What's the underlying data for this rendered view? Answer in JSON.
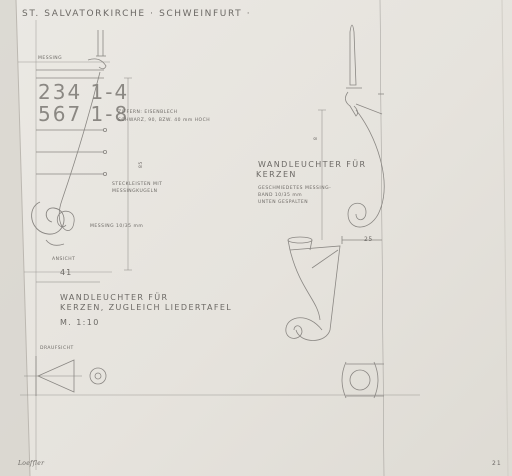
{
  "header": {
    "title": "ST. SALVATORKIRCHE · SCHWEINFURT ·"
  },
  "left_detail": {
    "label_messing_top": "MESSING",
    "hymn_row_1": "234 1-4",
    "hymn_row_2": "567 1-8",
    "label_ziffern_1": "ZIFFERN: EISENBLECH",
    "label_ziffern_2": "SCHWARZ, 90, BZW. 40 mm HOCH",
    "label_steck_1": "STECKLEISTEN MIT",
    "label_steck_2": "MESSINGKUGELN",
    "label_messing_bottom": "MESSING 10/35 mm",
    "dim_height": "85",
    "label_ansicht": "ANSICHT",
    "dim_width": "41"
  },
  "right_detail": {
    "dim_height": "8",
    "caption_1": "WANDLEUCHTER FÜR",
    "caption_2": "KERZEN",
    "note_1": "GESCHMIEDETES MESSING-",
    "note_2": "BAND 10/35 mm",
    "note_3": "UNTEN GESPALTEN",
    "dim_width": "25"
  },
  "main_caption": {
    "line_1": "WANDLEUCHTER FÜR",
    "line_2": "KERZEN, ZUGLEICH LIEDERTAFEL",
    "scale": "M. 1:10"
  },
  "plan_view": {
    "label": "DRAUFSICHT"
  },
  "footer": {
    "signature": "Loeffler",
    "sheet_number": "21"
  },
  "colors": {
    "paper": "#e8e6e1",
    "pencil": "#7a7773"
  }
}
